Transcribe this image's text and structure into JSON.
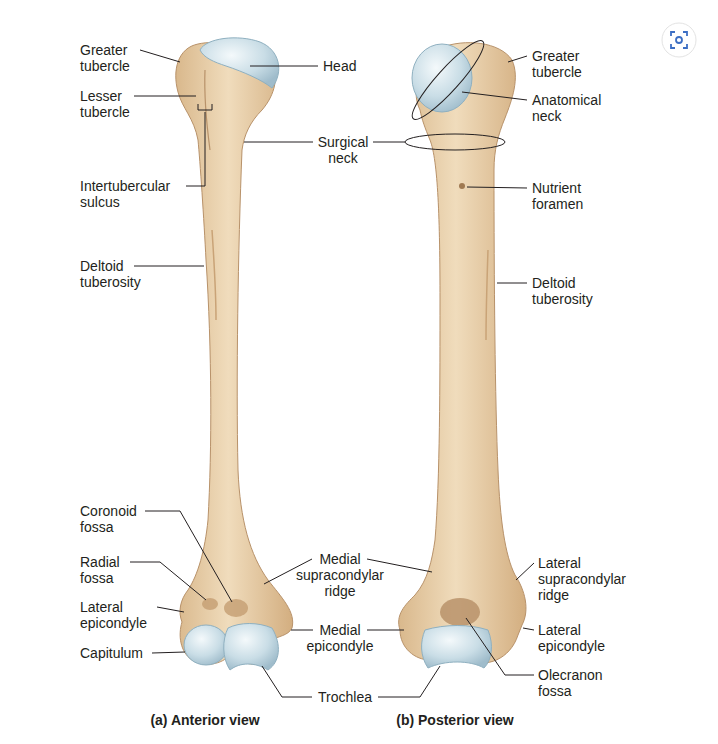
{
  "diagram": {
    "labels": [
      "Greater tubercle",
      "Lesser tubercle",
      "Intertubercular sulcus",
      "Deltoid tuberosity",
      "Head",
      "Surgical neck",
      "Greater tubercle",
      "Anatomical neck",
      "Nutrient foramen",
      "Deltoid tuberosity",
      "Coronoid fossa",
      "Radial fossa",
      "Lateral epicondyle",
      "Capitulum",
      "Medial supracondylar ridge",
      "Medial epicondyle",
      "Trochlea",
      "Lateral supracondylar ridge",
      "Lateral epicondyle",
      "Olecranon fossa",
      "(a) Anterior view",
      "(b) Posterior view"
    ]
  }
}
